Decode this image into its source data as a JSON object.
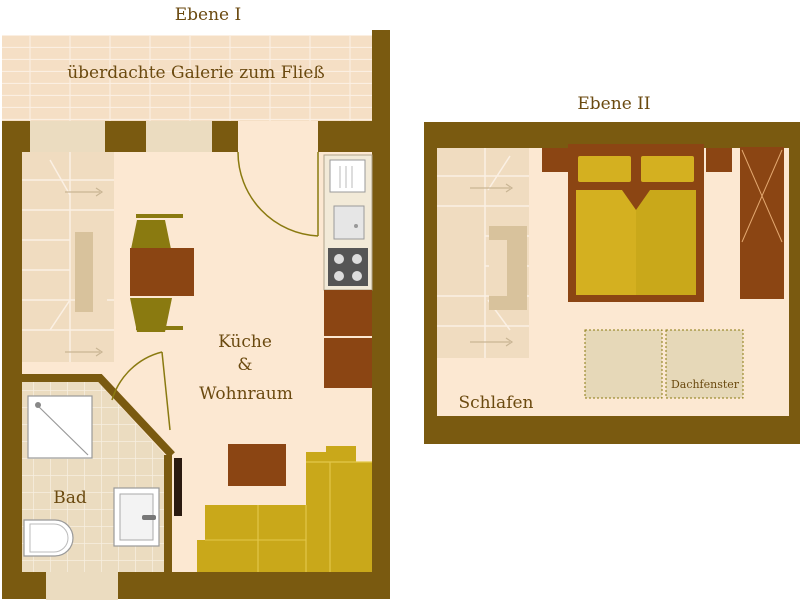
{
  "levels": [
    {
      "title": "Ebene I"
    },
    {
      "title": "Ebene II"
    }
  ],
  "labels": {
    "gallery": "überdachte Galerie zum Fließ",
    "kitchen_line1": "Küche",
    "kitchen_line2": "&",
    "kitchen_line3": "Wohnraum",
    "bath": "Bad",
    "sleep": "Schlafen",
    "skylight": "Dachfenster"
  },
  "colors": {
    "wall": "#7a5a10",
    "floor": "#fce8d2",
    "tile": "#ebdcc0",
    "furniture_brown": "#8b4513",
    "furniture_olive": "#8a7a10",
    "sofa": "#c9a81a",
    "bed": "#d4b020",
    "label": "#6b4a10"
  }
}
